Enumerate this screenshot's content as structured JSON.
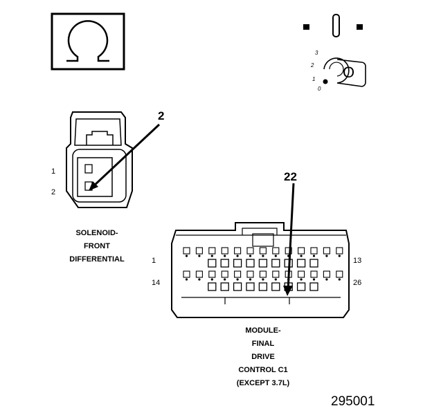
{
  "symbols": {
    "ohm_icon": "ohm-icon",
    "ignition_key_icon": "ignition-key-icon",
    "key_position_letter": "O",
    "key_positions": [
      "3",
      "2",
      "1",
      "0"
    ]
  },
  "solenoid": {
    "callout": "2",
    "pin_labels": [
      "1",
      "2"
    ],
    "title_lines": [
      "SOLENOID-",
      "FRONT",
      "DIFFERENTIAL"
    ]
  },
  "module": {
    "callout": "22",
    "pin_labels": {
      "row1_left": "1",
      "row1_right": "13",
      "row2_left": "14",
      "row2_right": "26"
    },
    "title_lines": [
      "MODULE-",
      "FINAL",
      "DRIVE",
      "CONTROL C1",
      "(EXCEPT 3.7L)"
    ]
  },
  "figure_number": "295001"
}
